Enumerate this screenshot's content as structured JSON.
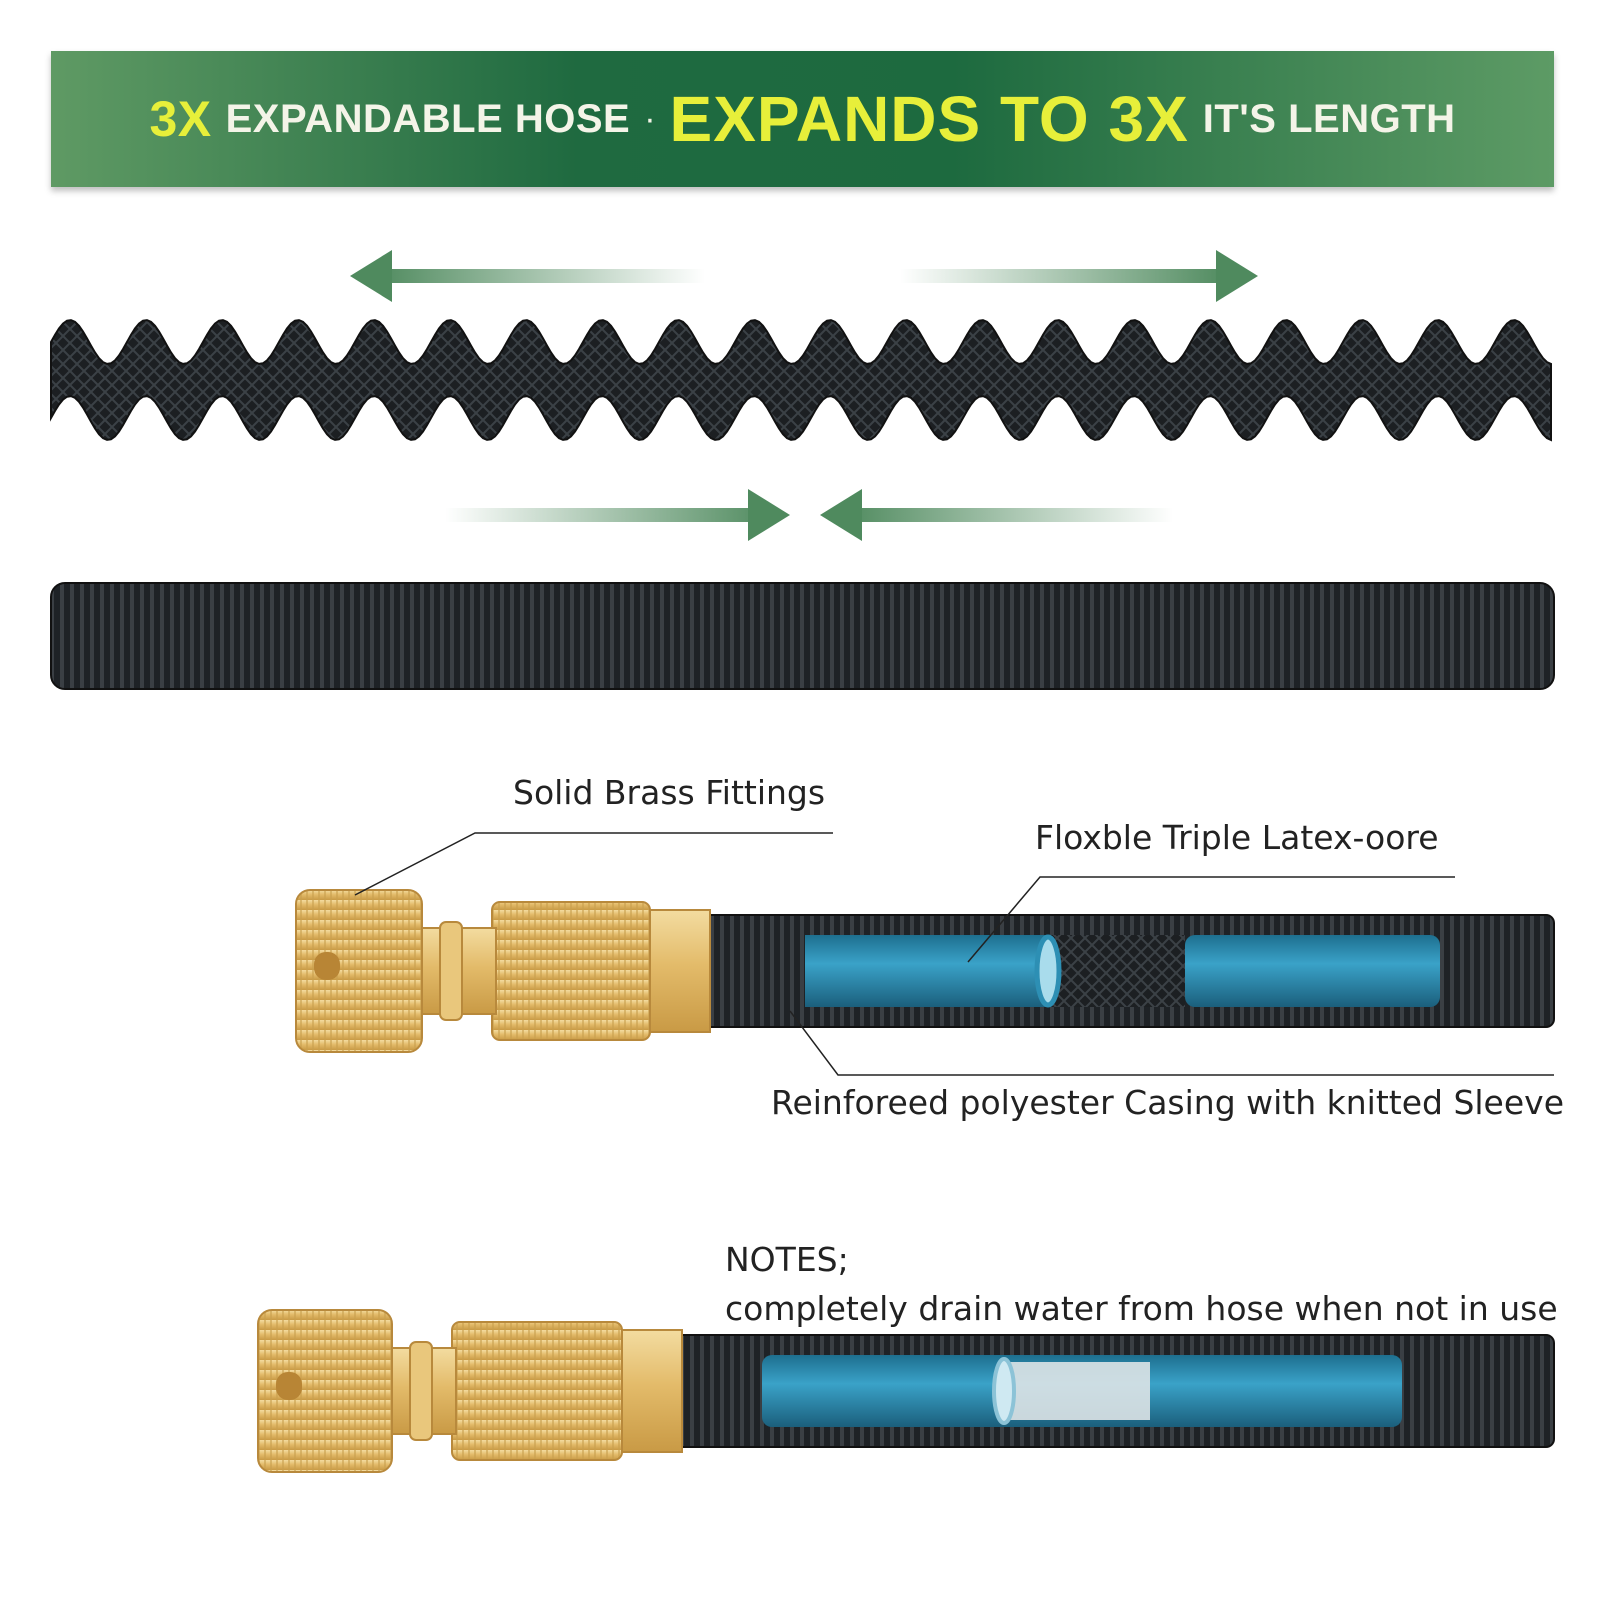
{
  "banner": {
    "prefix": "3X",
    "text1": "EXPANDABLE HOSE",
    "separator": "·",
    "text2": "EXPANDS TO 3X",
    "text3": "IT'S LENGTH"
  },
  "callouts": {
    "fittings": "Solid Brass Fittings",
    "core": "Floxble Triple Latex-oore",
    "casing": "Reinforeed polyester Casing with knitted Sleeve"
  },
  "notes": {
    "title": "NOTES;",
    "body": "completely drain water from hose when not in use"
  },
  "colors": {
    "banner_green": "#1f6a40",
    "highlight_yellow": "#e7ef3a",
    "arrow_green": "#4f8a5e",
    "hose_black": "#1c1f22",
    "brass": "#e6c172",
    "latex_blue": "#2a8db0"
  }
}
